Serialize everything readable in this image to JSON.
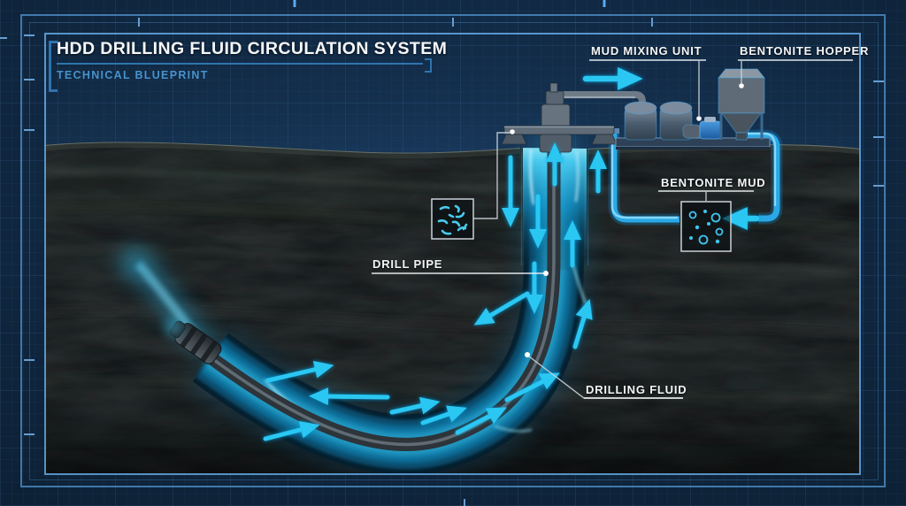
{
  "title": {
    "heading": "HDD DRILLING FLUID CIRCULATION SYSTEM",
    "subtitle": "TECHNICAL BLUEPRINT"
  },
  "labels": {
    "mud_mixing_unit": "MUD MIXING UNIT",
    "bentonite_hopper": "BENTONITE HOPPER",
    "bentonite_mud": "BENTONITE MUD",
    "drill_pipe": "DRILL PIPE",
    "drilling_fluid": "DRILLING FLUID"
  },
  "icons": {
    "cuttings_sample": "cuttings-particles-icon",
    "bentonite_sample": "bentonite-particles-icon",
    "flow_arrow": "flow-arrow-icon"
  },
  "colors": {
    "background": "#0e2137",
    "grid_line": "#274c74",
    "frame_line": "#4d8ec8",
    "accent_cyan": "#2cc7f3",
    "pipe_glow": "#1e9fde",
    "fluid_bright": "#9feeff",
    "label_text": "#f3f6f8",
    "title_text": "#f5f8fa",
    "subtitle_text": "#4792cb",
    "title_rule": "#2e74ae",
    "leader_line": "#c9d2d8",
    "equipment_gray": "#5c6874",
    "rock_dark": "#0b0d10"
  }
}
